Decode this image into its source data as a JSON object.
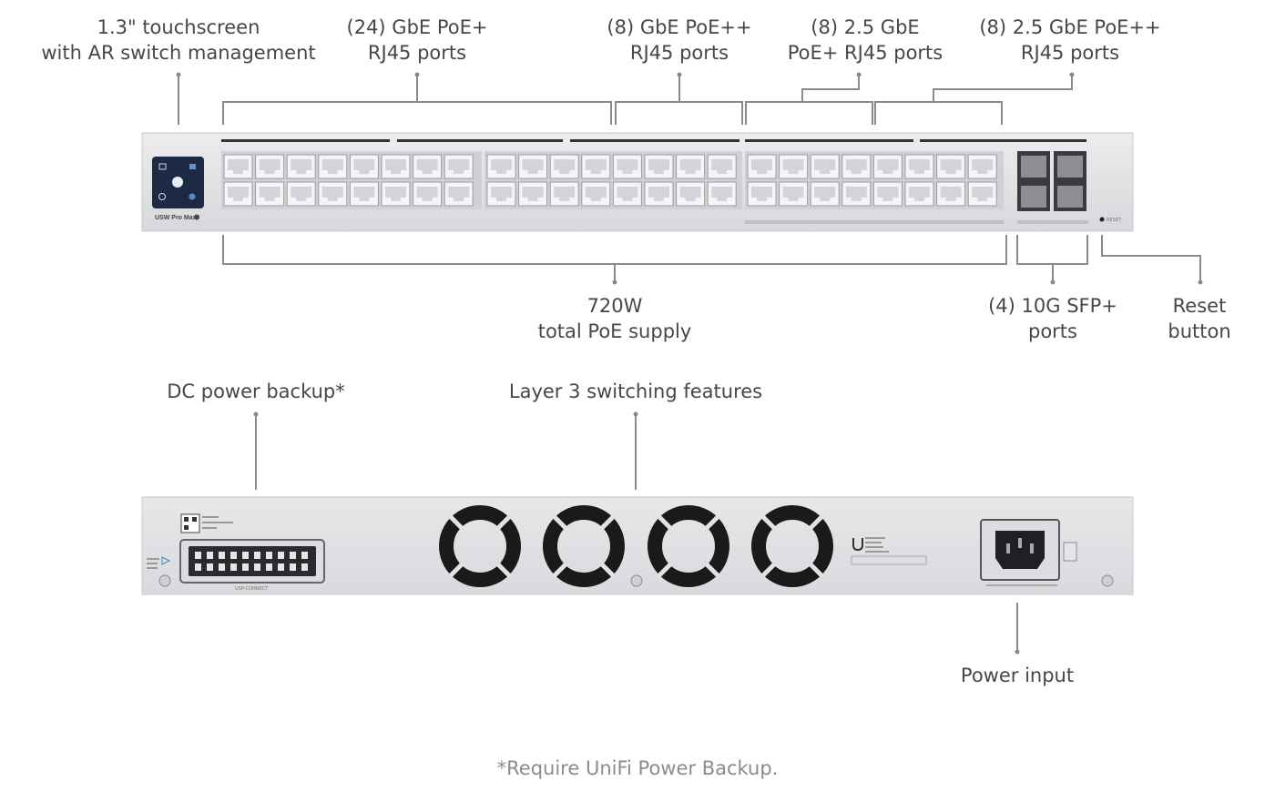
{
  "labels": {
    "touchscreen": "1.3\" touchscreen\nwith AR switch management",
    "gbe_poe_plus": "(24) GbE PoE+\nRJ45 ports",
    "gbe_poe_plusplus": "(8) GbE PoE++\nRJ45 ports",
    "ge25_poe_plus": "(8) 2.5 GbE\nPoE+ RJ45 ports",
    "ge25_poe_plusplus": "(8) 2.5 GbE PoE++\nRJ45 ports",
    "poe_supply": "720W\ntotal PoE supply",
    "sfp_ports": "(4) 10G SFP+\nports",
    "reset": "Reset\nbutton",
    "dc_backup": "DC power backup*",
    "layer3": "Layer 3 switching features",
    "power_input": "Power input"
  },
  "device": {
    "model": "USW Pro Max",
    "reset_text": "RESET",
    "rps_text": "USP-CONNECT"
  },
  "footnote": "*Require UniFi Power Backup.",
  "colors": {
    "chassis": "#e3e4e6",
    "panel_edge": "#c9cacc",
    "screen": "#1d2a44",
    "fan": "#1a1a1a",
    "leader": "#8a8a8a"
  }
}
